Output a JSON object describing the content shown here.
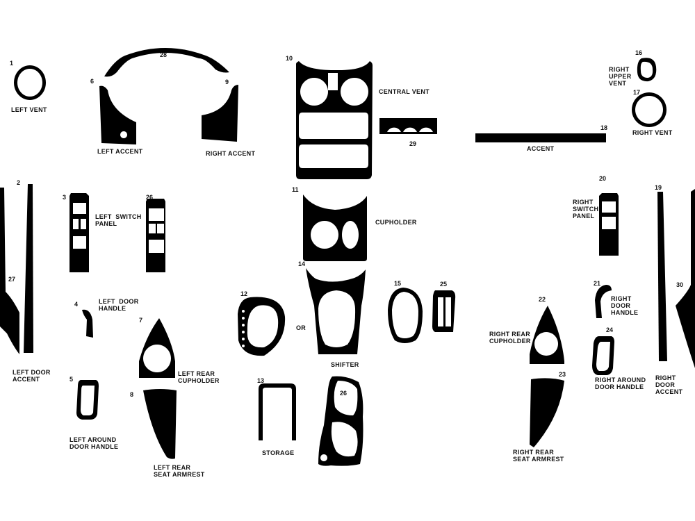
{
  "colors": {
    "part_fill": "#000000",
    "background": "#ffffff",
    "text": "#111111"
  },
  "numbers": {
    "n1": "1",
    "n2": "2",
    "n3": "3",
    "n4": "4",
    "n5": "5",
    "n6": "6",
    "n7": "7",
    "n8": "8",
    "n9": "9",
    "n10": "10",
    "n11": "11",
    "n12": "12",
    "n13": "13",
    "n14": "14",
    "n15": "15",
    "n16": "16",
    "n17": "17",
    "n18": "18",
    "n19": "19",
    "n20": "20",
    "n21": "21",
    "n22": "22",
    "n23": "23",
    "n24": "24",
    "n25": "25",
    "n26a": "26",
    "n26b": "26",
    "n27": "27",
    "n28": "28",
    "n29": "29",
    "n30": "30"
  },
  "labels": {
    "left_vent": "LEFT VENT",
    "left_accent": "LEFT ACCENT",
    "right_accent": "RIGHT ACCENT",
    "central_vent": "CENTRAL VENT",
    "accent": "ACCENT",
    "right_upper_vent": "RIGHT\nUPPER\nVENT",
    "right_vent": "RIGHT VENT",
    "left_switch_panel": "LEFT  SWITCH\nPANEL",
    "cupholder": "CUPHOLDER",
    "right_switch_panel": "RIGHT\nSWITCH\nPANEL",
    "left_door_handle": "LEFT  DOOR\nHANDLE",
    "or": "OR",
    "right_door_handle": "RIGHT\nDOOR\nHANDLE",
    "right_rear_cupholder": "RIGHT REAR\nCUPHOLDER",
    "left_door_accent": "LEFT DOOR\nACCENT",
    "left_rear_cupholder": "LEFT REAR\nCUPHOLDER",
    "shifter": "SHIFTER",
    "right_around_door_handle": "RIGHT AROUND\nDOOR HANDLE",
    "right_door_accent": "RIGHT\nDOOR\nACCENT",
    "left_around_door_handle": "LEFT AROUND\nDOOR HANDLE",
    "storage": "STORAGE",
    "right_rear_seat_armrest": "RIGHT REAR\nSEAT ARMREST",
    "left_rear_seat_armrest": "LEFT REAR\nSEAT ARMREST"
  }
}
